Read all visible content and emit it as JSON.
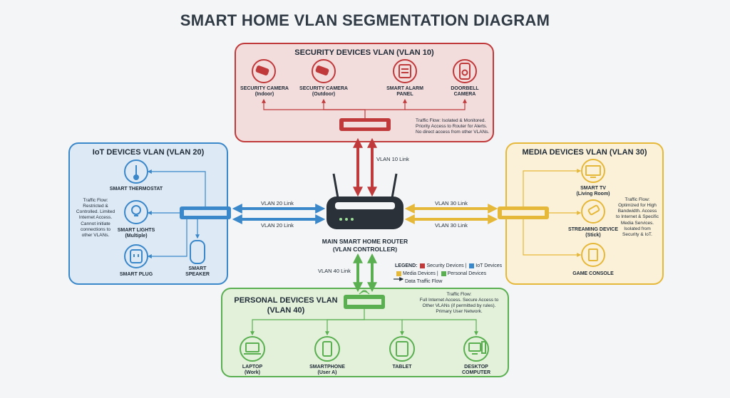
{
  "title": "SMART HOME VLAN SEGMENTATION DIAGRAM",
  "colors": {
    "security": "#c0393b",
    "iot": "#3a87c9",
    "media": "#e6b83a",
    "personal": "#5aaf50"
  },
  "security": {
    "title": "SECURITY DEVICES VLAN (VLAN 10)",
    "devices": [
      {
        "l1": "SECURITY CAMERA",
        "l2": "(Indoor)",
        "icon": "camera-icon"
      },
      {
        "l1": "SECURITY CAMERA",
        "l2": "(Outdoor)",
        "icon": "camera-icon"
      },
      {
        "l1": "SMART ALARM",
        "l2": "PANEL",
        "icon": "alarm-panel-icon"
      },
      {
        "l1": "DOORBELL",
        "l2": "CAMERA",
        "icon": "doorbell-icon"
      }
    ],
    "note": [
      "Traffic Flow: Isolated & Monitored.",
      "Priority Access to Router for Alerts.",
      "No direct access from other VLANs."
    ]
  },
  "iot": {
    "title": "IoT DEVICES VLAN (VLAN 20)",
    "devices": [
      {
        "l1": "SMART THERMOSTAT",
        "l2": "",
        "icon": "thermostat-icon"
      },
      {
        "l1": "SMART LIGHTS",
        "l2": "(Multiple)",
        "icon": "bulb-icon"
      },
      {
        "l1": "SMART PLUG",
        "l2": "",
        "icon": "plug-icon"
      },
      {
        "l1": "SMART",
        "l2": "SPEAKER",
        "icon": "speaker-icon"
      }
    ],
    "note": [
      "Traffic Flow:",
      "Restricted &",
      "Controlled. Limited",
      "Internet Access.",
      "Cannot initiate",
      "connections to",
      "other VLANs."
    ]
  },
  "media": {
    "title": "MEDIA DEVICES VLAN (VLAN 30)",
    "devices": [
      {
        "l1": "SMART TV",
        "l2": "(Living Room)",
        "icon": "tv-icon"
      },
      {
        "l1": "STREAMING DEVICE",
        "l2": "(Stick)",
        "icon": "stick-icon"
      },
      {
        "l1": "GAME CONSOLE",
        "l2": "",
        "icon": "console-icon"
      }
    ],
    "note": [
      "Traffic Flow:",
      "Optimized for High",
      "Bandwidth. Access",
      "to Internet & Specific",
      "Media Services.",
      "Isolated from",
      "Security & IoT."
    ]
  },
  "personal": {
    "title1": "PERSONAL DEVICES VLAN",
    "title2": "(VLAN 40)",
    "devices": [
      {
        "l1": "LAPTOP",
        "l2": "(Work)",
        "icon": "laptop-icon"
      },
      {
        "l1": "SMARTPHONE",
        "l2": "(User A)",
        "icon": "phone-icon"
      },
      {
        "l1": "TABLET",
        "l2": "",
        "icon": "tablet-icon"
      },
      {
        "l1": "DESKTOP",
        "l2": "COMPUTER",
        "icon": "desktop-icon"
      }
    ],
    "note": [
      "Traffic Flow:",
      "Full Internet Access. Secure Access to",
      "Other VLANs (if permitted by rules).",
      "Primary User Network."
    ]
  },
  "router": {
    "l1": "MAIN SMART HOME ROUTER",
    "l2": "(VLAN CONTROLLER)"
  },
  "links": {
    "vlan10": "VLAN 10 Link",
    "vlan20a": "VLAN 20 Link",
    "vlan20b": "VLAN 20 Link",
    "vlan30a": "VLAN 30 Link",
    "vlan30b": "VLAN 30 Link",
    "vlan40": "VLAN 40 Link"
  },
  "legend": {
    "prefix": "LEGEND:",
    "security": "Security Devices |",
    "iot": "IoT Devices",
    "media": "Media Devices |",
    "personal": "Personal Devices",
    "flow": "Data Traffic Flow"
  }
}
